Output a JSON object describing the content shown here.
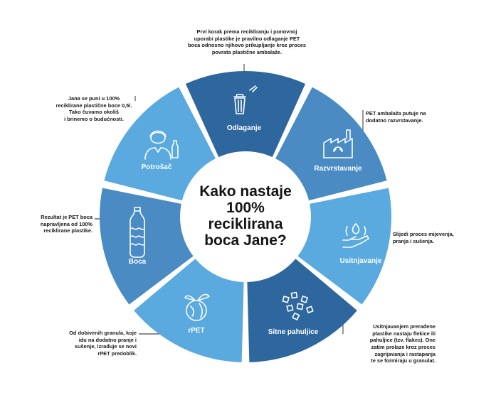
{
  "center_title": "Kako nastaje\n100% reciklirana\nboca Jane?",
  "colors": {
    "dark_blue": "#2e679e",
    "mid_blue": "#4a8bc4",
    "light_blue": "#5aa9df",
    "text": "#1a1a1a"
  },
  "segments": [
    {
      "key": "odlaganje",
      "label": "Odlaganje",
      "icon": "trash-bin-icon",
      "color": "#2e679e",
      "note": "Prvi korak prema recikliranju i ponovnoj\nuporabi plastike je pravilno odlaganje PET\nboca odnosno njihovo prikupljanje kroz proces\npovrata plastične ambalaže."
    },
    {
      "key": "razvrstavanje",
      "label": "Razvrstavanje",
      "icon": "recycling-factory-icon",
      "color": "#4a8bc4",
      "note": "PET ambalaža putuje na\ndodatno razvrstavanje."
    },
    {
      "key": "usitnjavanje",
      "label": "Usitnjavanje",
      "icon": "hand-washing-icon",
      "color": "#5aa9df",
      "note": "Slijedi proces mijevenja,\npranja i sušenja."
    },
    {
      "key": "sitne_pahuljice",
      "label": "Sitne pahuljice",
      "icon": "flakes-icon",
      "color": "#2e679e",
      "note": "Usitnjavanjem prerađene\nplastike nastaju flekice ili\npahuljice (tzv. flakes). One\nzatim prolaze kroz proces\nzagrijavanja i rastapanja\nte se formiraju u granulat."
    },
    {
      "key": "rpet",
      "label": "rPET",
      "icon": "globe-leaves-icon",
      "color": "#5aa9df",
      "note": "Od dobivenih granula, koje\nidu na dodatno pranje i\nsušenje, izrađuje se novi\nrPET predoblik."
    },
    {
      "key": "boca",
      "label": "Boca",
      "icon": "bottle-icon",
      "color": "#4a8bc4",
      "note": "Rezultat je PET boca\nnapravljena od 100%\nreciklirane plastike."
    },
    {
      "key": "potrosac",
      "label": "Potrošač",
      "icon": "person-bottle-icon",
      "color": "#5aa9df",
      "note": "Jana se puni u 100%\nreciklirane plastične boce 0,5l.\nTako čuvamo okoliš\ni brinemo o budućnosti."
    }
  ]
}
